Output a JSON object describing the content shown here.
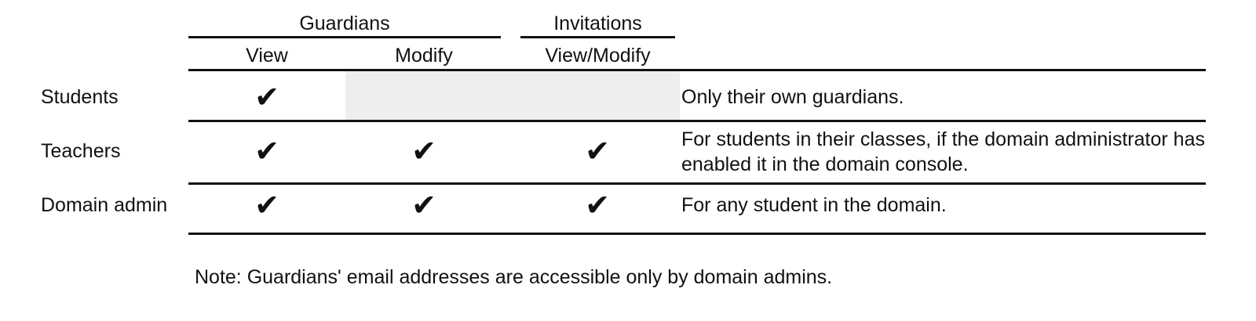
{
  "table": {
    "column_groups": [
      {
        "label": "Guardians"
      },
      {
        "label": "Invitations"
      }
    ],
    "columns": [
      {
        "label": "View"
      },
      {
        "label": "Modify"
      },
      {
        "label": "View/Modify"
      }
    ],
    "check_glyph": "✔",
    "rows": [
      {
        "label": "Students",
        "guardians_view": "✔",
        "guardians_modify": "",
        "invitations_view_modify": "",
        "description": "Only their own guardians."
      },
      {
        "label": "Teachers",
        "guardians_view": "✔",
        "guardians_modify": "✔",
        "invitations_view_modify": "✔",
        "description": "For students in their classes, if the domain administrator has enabled it in the domain console."
      },
      {
        "label": "Domain admin",
        "guardians_view": "✔",
        "guardians_modify": "✔",
        "invitations_view_modify": "✔",
        "description": "For any student in the domain."
      }
    ]
  },
  "note": "Note: Guardians' email addresses are accessible only by domain admins.",
  "colors": {
    "rule": "#111111",
    "shaded_cell": "#eeeeee",
    "text": "#111111",
    "background": "#ffffff"
  }
}
